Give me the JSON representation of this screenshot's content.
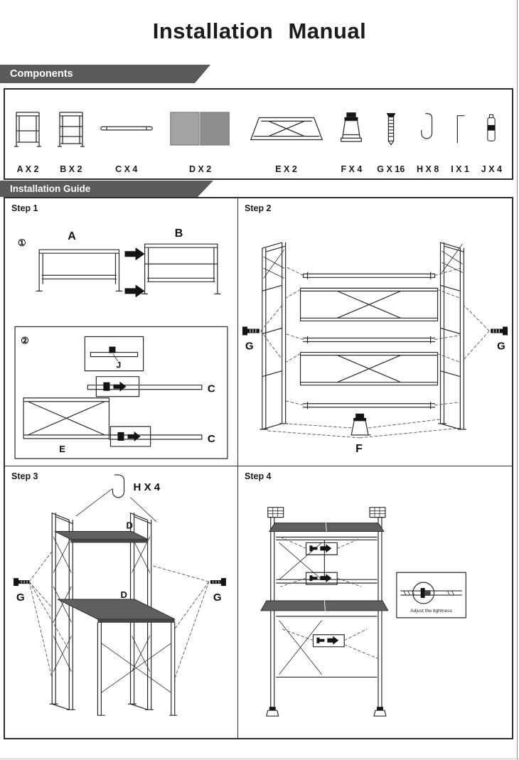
{
  "page": {
    "title": "Installation Manual"
  },
  "components": {
    "heading": "Components",
    "items": [
      {
        "label": "A X 2",
        "icon": "frame-a-icon"
      },
      {
        "label": "B X 2",
        "icon": "frame-b-icon"
      },
      {
        "label": "C X 4",
        "icon": "bar-icon"
      },
      {
        "label": "D X 2",
        "icon": "panel-pair-icon"
      },
      {
        "label": "E X 2",
        "icon": "cross-brace-icon"
      },
      {
        "label": "F X 4",
        "icon": "foot-icon"
      },
      {
        "label": "G X 16",
        "icon": "screw-icon"
      },
      {
        "label": "H X 8",
        "icon": "hook-icon"
      },
      {
        "label": "I X 1",
        "icon": "allen-key-icon"
      },
      {
        "label": "J X 4",
        "icon": "connector-icon"
      }
    ]
  },
  "guide": {
    "heading": "Installation Guide",
    "steps": [
      {
        "title": "Step 1",
        "marker_1": "①",
        "marker_2": "②",
        "label_a": "A",
        "label_b": "B",
        "label_j": "J",
        "label_c_top": "C",
        "label_e": "E",
        "label_c_bottom": "C"
      },
      {
        "title": "Step 2",
        "label_g_left": "G",
        "label_g_right": "G",
        "label_f": "F"
      },
      {
        "title": "Step 3",
        "label_h": "H X 4",
        "label_d_top": "D",
        "label_d_bottom": "D",
        "label_g_left": "G",
        "label_g_right": "G"
      },
      {
        "title": "Step 4",
        "zoom_caption": "Adjust the tightness"
      }
    ]
  },
  "colors": {
    "banner": "#5b5b5b",
    "panel_gray": "#5f5f5f",
    "line": "#2b2b2b"
  }
}
